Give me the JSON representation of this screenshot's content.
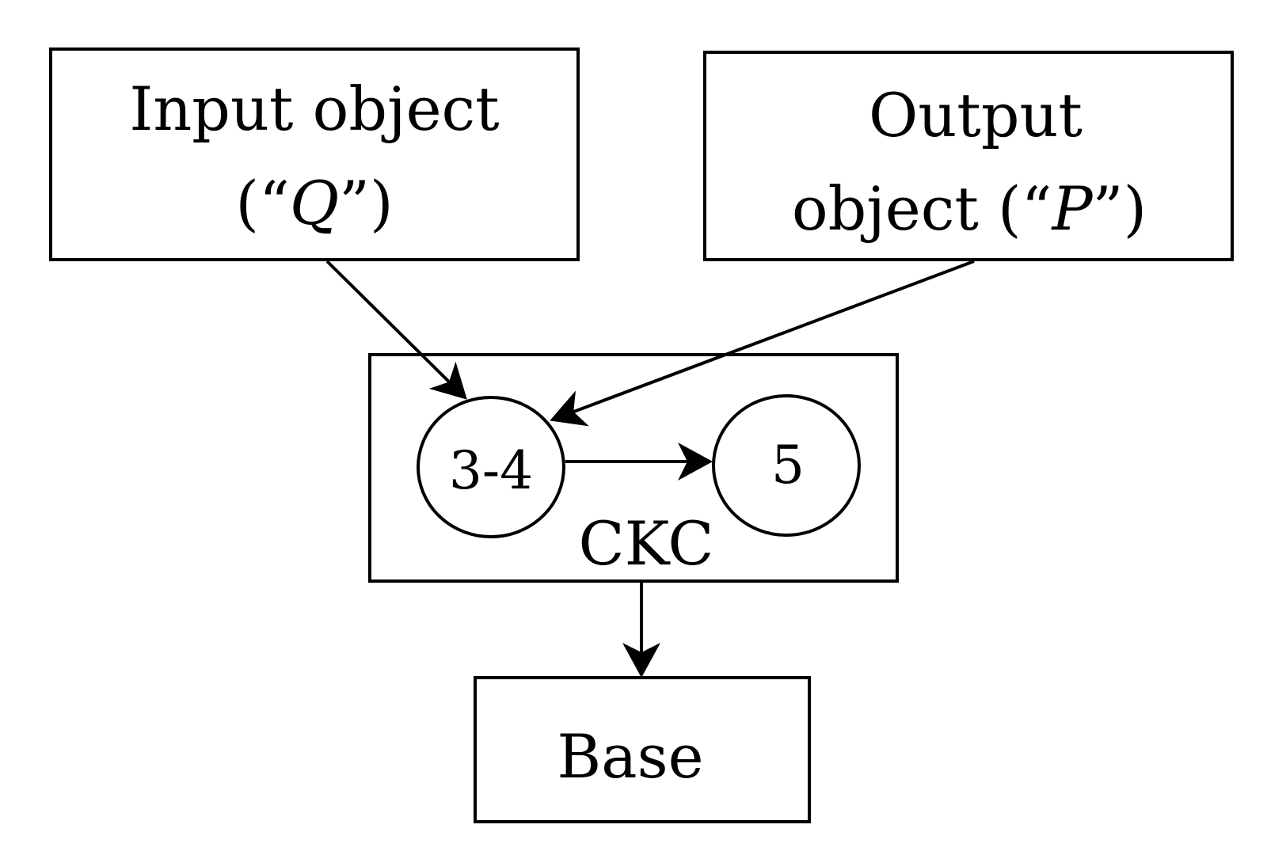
{
  "nodes": {
    "input": {
      "line1": "Input object",
      "line2_open": "(“",
      "line2_var": "Q",
      "line2_close": "”)"
    },
    "output": {
      "line1": "Output",
      "line2_text": "object (“",
      "line2_var": "P",
      "line2_close": "”)"
    },
    "ckc": {
      "label": "CKC",
      "stage_a": "3-4",
      "stage_b": "5"
    },
    "base": {
      "label": "Base"
    }
  },
  "colors": {
    "stroke": "#000000",
    "fill": "#ffffff"
  }
}
